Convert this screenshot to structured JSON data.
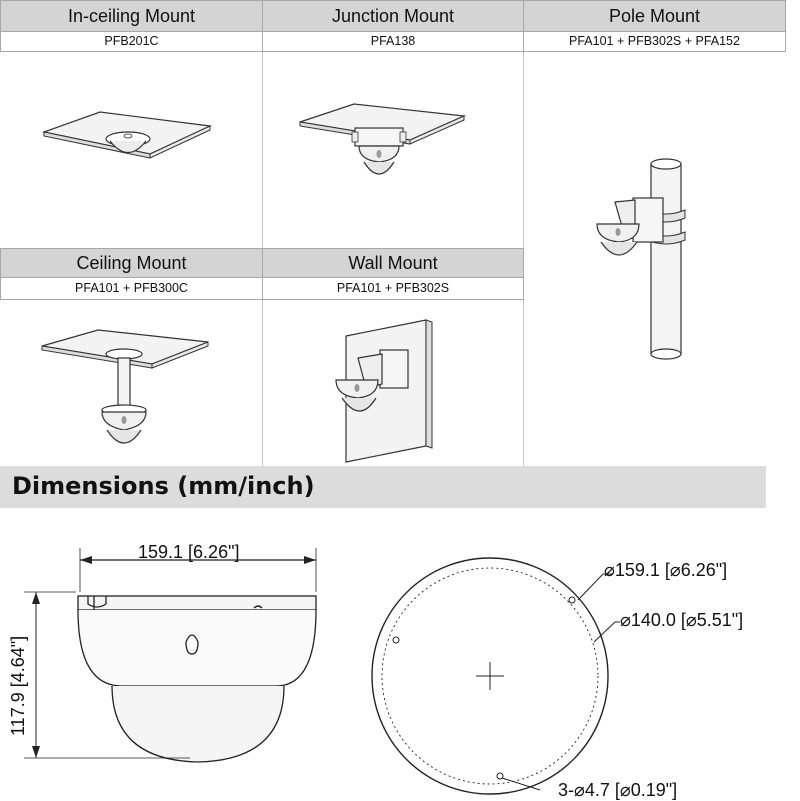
{
  "mounts": [
    {
      "title": "In-ceiling Mount",
      "model": "PFB201C"
    },
    {
      "title": "Junction Mount",
      "model": "PFA138"
    },
    {
      "title": "Pole Mount",
      "model": "PFA101 + PFB302S + PFA152"
    },
    {
      "title": "Ceiling Mount",
      "model": "PFA101 + PFB300C"
    },
    {
      "title": "Wall Mount",
      "model": "PFA101 + PFB302S"
    }
  ],
  "dimensions": {
    "heading": "Dimensions (mm/inch)",
    "width_label": "159.1 [6.26\"]",
    "height_label": "117.9 [4.64\"]",
    "outer_diameter_label": "⌀159.1 [⌀6.26\"]",
    "inner_diameter_label": "⌀140.0 [⌀5.51\"]",
    "holes_label": "3-⌀4.7 [⌀0.19\"]"
  }
}
